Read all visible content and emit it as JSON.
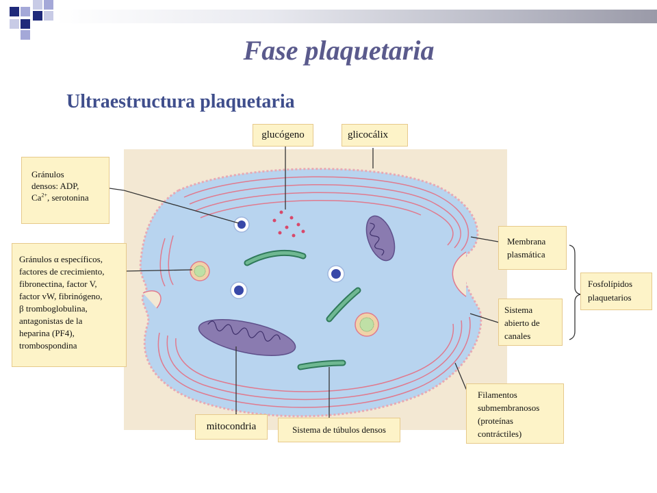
{
  "title": "Fase plaquetaria",
  "subtitle": "Ultraestructura plaquetaria",
  "labels": {
    "glucogeno": "glucógeno",
    "glicocalix": "glicocálix",
    "granulos_densos_1": "Gránulos",
    "granulos_densos_2": "densos: ADP,",
    "granulos_densos_3a": "Ca",
    "granulos_densos_3sup": "2+",
    "granulos_densos_3b": ", serotonina",
    "granulos_alfa_1a": "Gránulos",
    "granulos_alfa_alpha": "α",
    "granulos_alfa_1b": "específicos,",
    "granulos_alfa_2": "factores de crecimiento,",
    "granulos_alfa_3": "fibronectina, factor V,",
    "granulos_alfa_4": "factor vW, fibrinógeno,",
    "granulos_alfa_beta": "β",
    "granulos_alfa_5": "tromboglobulina,",
    "granulos_alfa_6": "antagonistas de la",
    "granulos_alfa_7": "heparina (PF4),",
    "granulos_alfa_8": "trombospondina",
    "membrana_1": "Membrana",
    "membrana_2": "plasmática",
    "sistema_abierto_1": "Sistema",
    "sistema_abierto_2": "abierto de",
    "sistema_abierto_3": "canales",
    "fosfolipidos_1": "Fosfolípidos",
    "fosfolipidos_2": "plaquetarios",
    "filamentos_1": "Filamentos",
    "filamentos_2": "submembranosos",
    "filamentos_3": "(proteínas",
    "filamentos_4": "contráctiles)",
    "mitocondria": "mitocondria",
    "tubulos": "Sistema de túbulos densos"
  },
  "colors": {
    "title": "#5a5a8c",
    "subtitle": "#3f4e8c",
    "label_bg": "#fdf3c8",
    "diagram_bg": "#f3e8d3",
    "cytoplasm": "#b8d4ef",
    "membrane_lines": "#e07a8e",
    "mitochondria": "#8a7bb0",
    "tubules": "#4f9b7a",
    "dense_granule": "#3848a8"
  }
}
